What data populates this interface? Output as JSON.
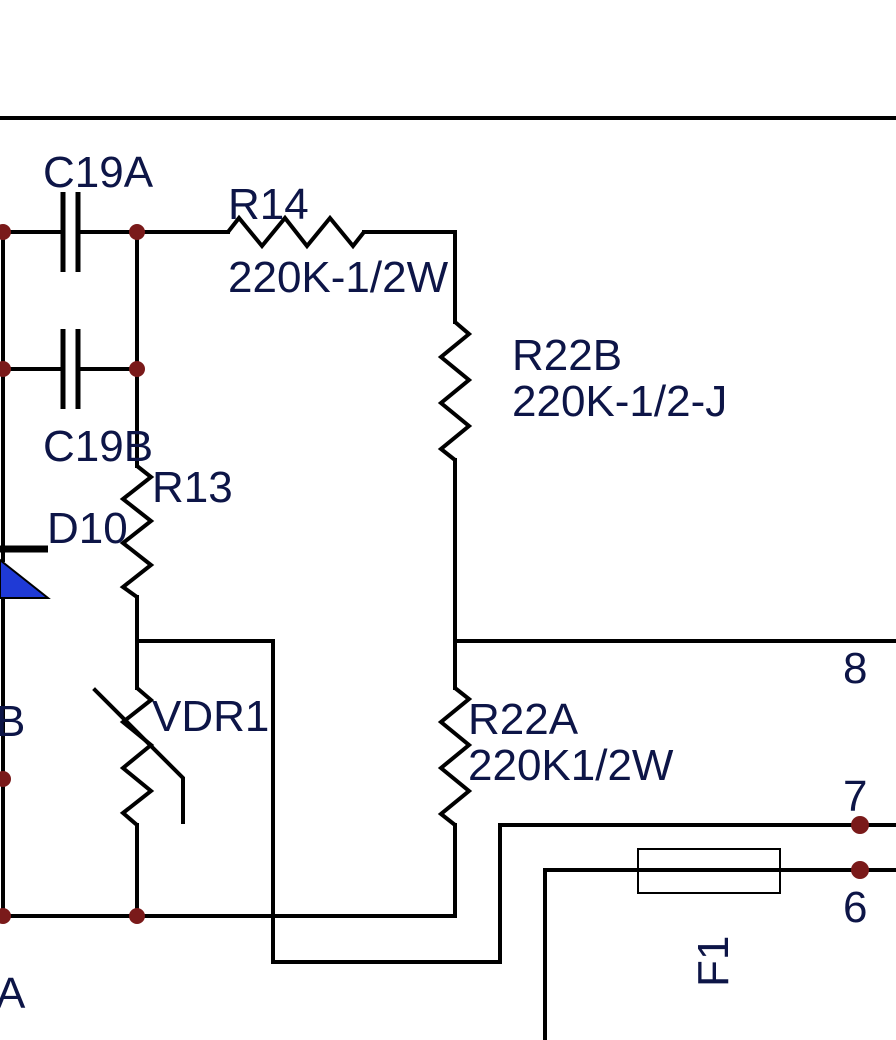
{
  "components": {
    "c19a": {
      "ref": "C19A"
    },
    "c19b": {
      "ref": "C19B"
    },
    "r14": {
      "ref": "R14",
      "value": "220K-1/2W"
    },
    "r13": {
      "ref": "R13"
    },
    "r22b": {
      "ref": "R22B",
      "value": "220K-1/2-J"
    },
    "r22a": {
      "ref": "R22A",
      "value": "220K1/2W"
    },
    "d10": {
      "ref": "D10"
    },
    "vdr1": {
      "ref": "VDR1"
    },
    "f1": {
      "ref": "F1"
    }
  },
  "edge_labels": {
    "left_b": "B",
    "left_a": "A"
  },
  "terminals": {
    "t8": "8",
    "t7": "7",
    "t6": "6"
  },
  "colors": {
    "wire": "#000000",
    "node": "#7a1a1a",
    "label": "#0d1547",
    "diode": "#1f3ad6"
  }
}
